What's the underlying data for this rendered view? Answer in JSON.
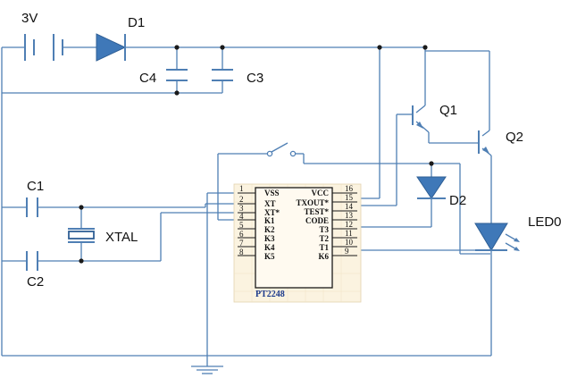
{
  "labels": {
    "battery": "3V",
    "d1": "D1",
    "c4": "C4",
    "c3": "C3",
    "q1": "Q1",
    "q2": "Q2",
    "c1": "C1",
    "c2": "C2",
    "xtal": "XTAL",
    "d2": "D2",
    "led": "LED0"
  },
  "chip": {
    "name": "PT2248",
    "left_pins": [
      {
        "num": "1",
        "name": "VSS"
      },
      {
        "num": "2",
        "name": "XT"
      },
      {
        "num": "3",
        "name": "XT*"
      },
      {
        "num": "4",
        "name": "K1"
      },
      {
        "num": "5",
        "name": "K2"
      },
      {
        "num": "6",
        "name": "K3"
      },
      {
        "num": "7",
        "name": "K4"
      },
      {
        "num": "8",
        "name": "K5"
      }
    ],
    "right_pins": [
      {
        "num": "16",
        "name": "VCC"
      },
      {
        "num": "15",
        "name": "TXOUT*"
      },
      {
        "num": "14",
        "name": "TEST*"
      },
      {
        "num": "13",
        "name": "CODE"
      },
      {
        "num": "12",
        "name": "T3"
      },
      {
        "num": "11",
        "name": "T2"
      },
      {
        "num": "10",
        "name": "T1"
      },
      {
        "num": "9",
        "name": "K6"
      }
    ]
  },
  "colors": {
    "wire": "#4f7fb4",
    "component_fill": "#3f78b8",
    "chip_fill": "#fbf3e0"
  }
}
